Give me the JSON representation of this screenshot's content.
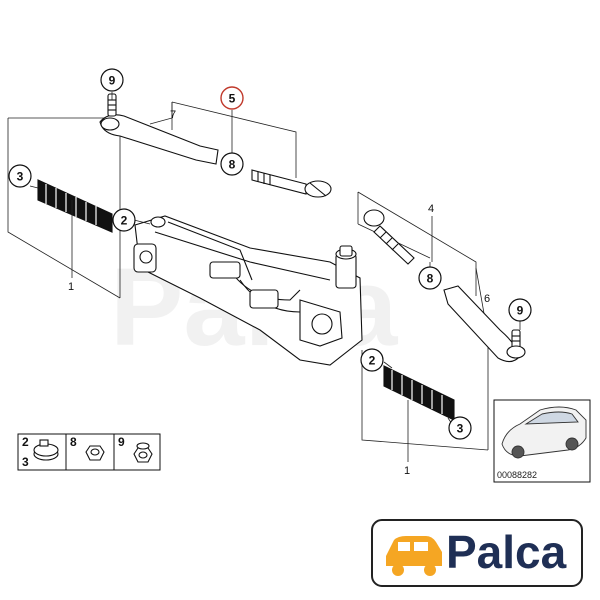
{
  "diagram": {
    "callouts": {
      "tie_rod_end_left": "9",
      "inner_tie_rod_highlighted": "5",
      "nut_left": "8",
      "boot_left": "3",
      "clamp_left": "2",
      "boot_right": "2",
      "clamp_right": "3",
      "nut_right": "8",
      "tie_rod_end_right": "9"
    },
    "plain_numbers": {
      "tie_rod_end_assembly_left": "7",
      "steering_gear_left": "1",
      "tie_rod_right": "4",
      "tie_rod_end_assembly_right": "6",
      "steering_gear_right": "1"
    },
    "legend": {
      "clamp_label_top": "2",
      "clamp_label_bottom": "3",
      "nut_label": "8",
      "locknut_label": "9"
    },
    "reference_code": "00088282",
    "watermark": "Palca",
    "logo_text": "Palca",
    "colors": {
      "highlight_circle": "#c0392b",
      "logo_text": "#1f2f55",
      "logo_icon": "#f5a623",
      "line": "#111111"
    }
  }
}
